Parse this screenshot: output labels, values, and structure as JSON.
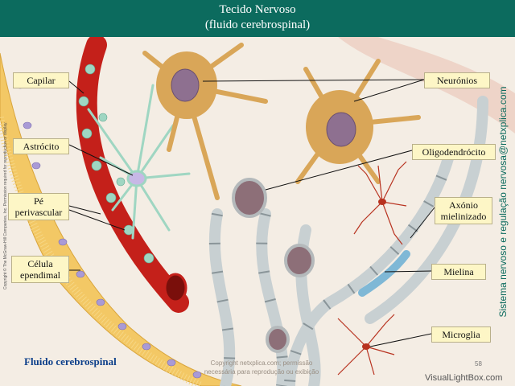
{
  "header": {
    "title": "Tecido Nervoso",
    "subtitle": "(fluido cerebrospinal)"
  },
  "labels": {
    "capilar": "Capilar",
    "astrocito": "Astrócito",
    "pe_1": "Pé",
    "pe_2": "perivascular",
    "celula_1": "Célula",
    "celula_2": "ependimal",
    "neuronios": "Neurónios",
    "oligodendrocito": "Oligodendrócito",
    "axonio_1": "Axónio",
    "axonio_2": "mielinizado",
    "mielina": "Mielina",
    "microglia": "Microglia"
  },
  "bottom_label": "Fluido cerebrospinal",
  "side_text_left": "Copyright © The McGraw-Hill Companies, Inc. Permission required for reproduction or display.",
  "side_text_right": "Sistema nervoso e regulação nervosa@netxplica.com",
  "watermark": {
    "line1": "Copyright netxplica.com; permissão",
    "line2": "necessária para reprodução ou exibição"
  },
  "page_number": "58",
  "visuallightbox": "VisualLightBox.com",
  "colors": {
    "header_bg": "#0c6b5e",
    "label_bg": "#fdf6c6",
    "capillary": "#c4201a",
    "neuron": "#d9a658",
    "astrocyte": "#9fd6c2",
    "myelin": "#c8d0d2",
    "microglia": "#b8321f",
    "ependymal": "#f1c660"
  }
}
